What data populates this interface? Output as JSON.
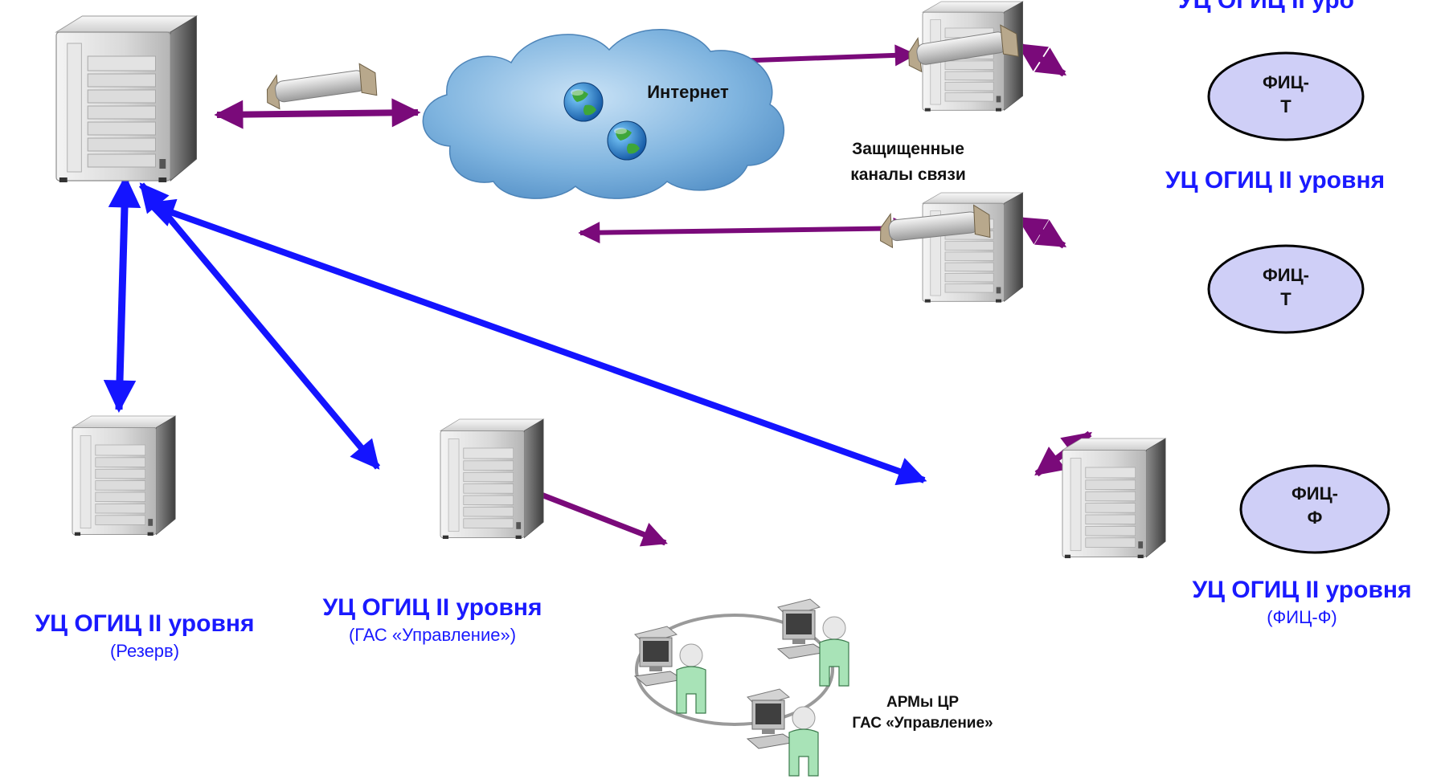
{
  "colors": {
    "blue_link": "#1414ff",
    "purple_link": "#7a0a7a",
    "label_blue": "#1a1aff",
    "oval_fill": "#cfcff7",
    "person_green": "#a8e3b7",
    "cloud": "#6fa8d8"
  },
  "cloud": {
    "label": "Интернет"
  },
  "secure_channels": {
    "line1": "Защищенные",
    "line2": "каналы связи"
  },
  "top_right": {
    "partial_label": "УЦ ОГИЦ II уро",
    "oval": {
      "line1": "ФИЦ-",
      "line2": "Т"
    }
  },
  "mid_right": {
    "title": "УЦ ОГИЦ II уровня",
    "oval": {
      "line1": "ФИЦ-",
      "line2": "Т"
    }
  },
  "bottom_right": {
    "title": "УЦ ОГИЦ II уровня",
    "subtitle": "(ФИЦ-Ф)",
    "oval": {
      "line1": "ФИЦ-",
      "line2": "Ф"
    }
  },
  "reserve": {
    "title": "УЦ ОГИЦ II уровня",
    "subtitle": "(Резерв)"
  },
  "gas": {
    "title": "УЦ ОГИЦ II уровня",
    "subtitle": "(ГАС «Управление»)"
  },
  "workstations": {
    "line1": "АРМы ЦР",
    "line2": "ГАС «Управление»"
  },
  "icons": {
    "server": "server-tower-icon",
    "tunnel": "secure-tunnel-icon",
    "globe": "globe-icon",
    "workstation": "workstation-user-icon"
  }
}
